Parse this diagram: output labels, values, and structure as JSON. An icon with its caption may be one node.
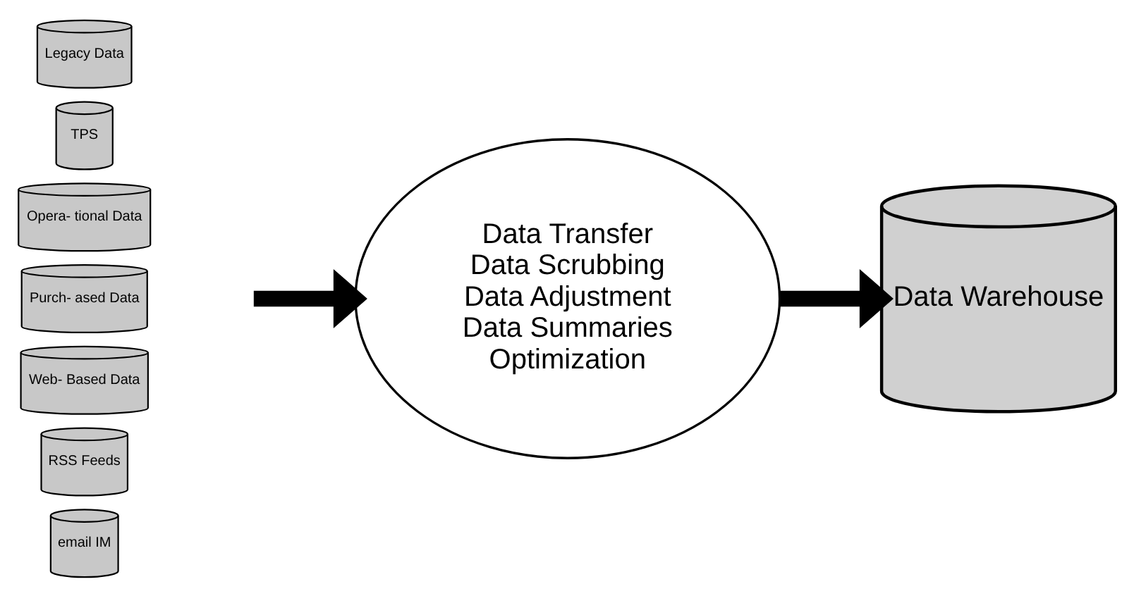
{
  "diagram": {
    "nodes": [
      {
        "text": [
          "Legacy Data"
        ]
      },
      {
        "text": [
          "TPS"
        ]
      },
      {
        "text": [
          "Opera- tional Data"
        ]
      },
      {
        "text": [
          "Purch- ased Data"
        ]
      },
      {
        "text": [
          "Web- Based Data"
        ]
      },
      {
        "text": [
          "RSS Feeds"
        ]
      },
      {
        "text": [
          "email IM"
        ]
      },
      {
        "text": [
          "Data Transfer",
          "Data Scrubbing",
          "Data Adjustment",
          "Data Summaries",
          "Optimization"
        ]
      },
      {
        "text": [
          "Data Warehouse"
        ]
      }
    ],
    "edges": [
      {
        "from": null,
        "to": 7,
        "arrow": "to"
      },
      {
        "from": 7,
        "to": 8,
        "arrow": "to"
      }
    ]
  }
}
